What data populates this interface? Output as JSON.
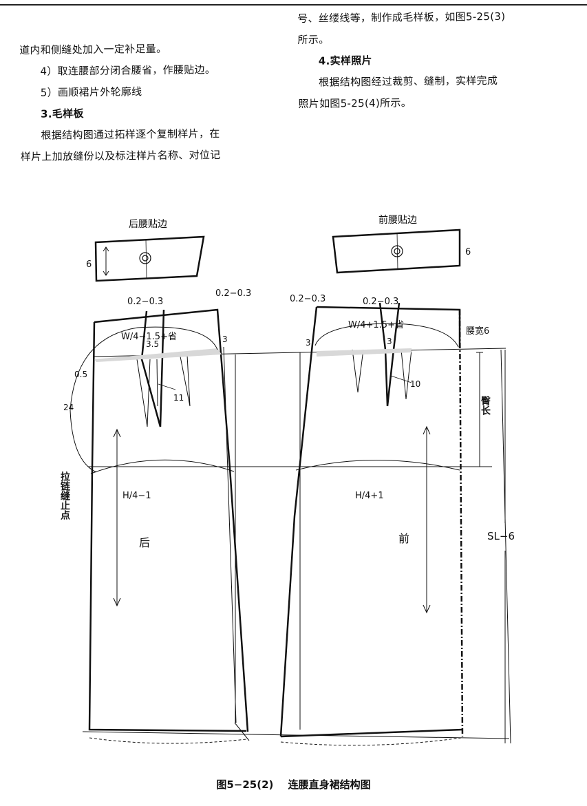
{
  "text": {
    "left": [
      "道内和侧缝处加入一定补足量。",
      "4）取连腰部分闭合腰省，作腰贴边。",
      "5）画顺裙片外轮廓线",
      "3.毛样板",
      "根据结构图通过拓样逐个复制样片，在",
      "样片上加放缝份以及标注样片名称、对位记"
    ],
    "right": [
      "号、丝缕线等，制作成毛样板，如图5-25(3)",
      "所示。",
      "4.实样照片",
      "根据结构图经过裁剪、缝制，实样完成",
      "照片如图5-25(4)所示。"
    ]
  },
  "figure": {
    "back_facing_title": "后腰贴边",
    "front_facing_title": "前腰贴边",
    "facing_width_left": "6",
    "facing_width_right": "6",
    "dart_back_1": "0.2−0.3",
    "dart_back_2": "0.2−0.3",
    "dart_front_1": "0.2−0.3",
    "dart_front_2": "0.2−0.3",
    "back_waist_formula": "W/4−1.5+省",
    "front_waist_formula": "W/4+1.5+省",
    "back_dart_spacing": "3.5",
    "back_side_3": "3",
    "front_side_3": "3",
    "front_dart_spacing": "3",
    "back_left_05": "0.5",
    "back_dart_length": "11",
    "front_dart_length": "10",
    "waist_height_label": "腰宽6",
    "hip_length_label": "臀长",
    "dim_24": "24",
    "zipper_label": "拉链缝止点",
    "back_hip_formula": "H/4−1",
    "front_hip_formula": "H/4+1",
    "back_label": "后",
    "front_label": "前",
    "skirt_length": "SL−6"
  },
  "caption": {
    "number": "图5−25(2)",
    "title": "连腰直身裙结构图"
  }
}
